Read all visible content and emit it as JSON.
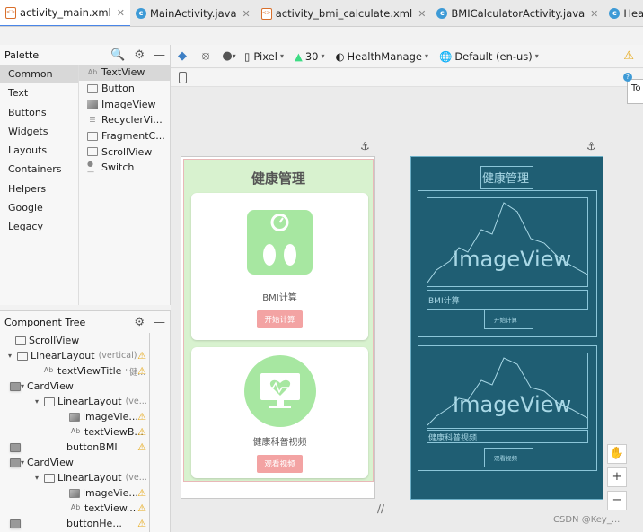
{
  "tabs": [
    {
      "label": "activity_main.xml",
      "type": "xml",
      "active": true
    },
    {
      "label": "MainActivity.java",
      "type": "java",
      "active": false
    },
    {
      "label": "activity_bmi_calculate.xml",
      "type": "xml",
      "active": false
    },
    {
      "label": "BMICalculatorActivity.java",
      "type": "java",
      "active": false
    },
    {
      "label": "HealthVideoActivity",
      "type": "java",
      "active": false
    }
  ],
  "palette": {
    "title": "Palette",
    "categories": [
      "Common",
      "Text",
      "Buttons",
      "Widgets",
      "Layouts",
      "Containers",
      "Helpers",
      "Google",
      "Legacy"
    ],
    "items": [
      {
        "label": "TextView",
        "icon": "Ab"
      },
      {
        "label": "Button",
        "icon": "box"
      },
      {
        "label": "ImageView",
        "icon": "img"
      },
      {
        "label": "RecyclerVi...",
        "icon": "list"
      },
      {
        "label": "FragmentC...",
        "icon": "box"
      },
      {
        "label": "ScrollView",
        "icon": "box"
      },
      {
        "label": "Switch",
        "icon": "toggle"
      }
    ]
  },
  "component_tree": {
    "title": "Component Tree",
    "rows": [
      {
        "label": "ScrollView",
        "hint": "",
        "warn": false,
        "icon": "box",
        "arrow": ""
      },
      {
        "label": "LinearLayout",
        "hint": "(vertical)",
        "warn": true,
        "icon": "box",
        "arrow": "▾"
      },
      {
        "label": "textViewTitle",
        "hint": "\"健...",
        "warn": true,
        "icon": "ab",
        "arrow": ""
      },
      {
        "label": "CardView",
        "hint": "",
        "warn": false,
        "icon": "card",
        "arrow": "▾"
      },
      {
        "label": "LinearLayout",
        "hint": "(ve...",
        "warn": false,
        "icon": "box",
        "arrow": "▾"
      },
      {
        "label": "imageVie...",
        "hint": "",
        "warn": true,
        "icon": "img",
        "arrow": ""
      },
      {
        "label": "textViewB...",
        "hint": "",
        "warn": true,
        "icon": "ab",
        "arrow": ""
      },
      {
        "label": "buttonBMI",
        "hint": "",
        "warn": true,
        "icon": "card",
        "arrow": ""
      },
      {
        "label": "CardView",
        "hint": "",
        "warn": false,
        "icon": "card",
        "arrow": "▾"
      },
      {
        "label": "LinearLayout",
        "hint": "(ve...",
        "warn": false,
        "icon": "box",
        "arrow": "▾"
      },
      {
        "label": "imageVie...",
        "hint": "",
        "warn": true,
        "icon": "img",
        "arrow": ""
      },
      {
        "label": "textView...",
        "hint": "",
        "warn": true,
        "icon": "ab",
        "arrow": ""
      },
      {
        "label": "buttonHe...",
        "hint": "",
        "warn": true,
        "icon": "card",
        "arrow": ""
      }
    ]
  },
  "toolbar": {
    "device": "Pixel",
    "api": "30",
    "theme": "HealthManage",
    "locale": "Default (en-us)"
  },
  "design": {
    "title": "健康管理",
    "card1_caption": "BMI计算",
    "card1_button": "开始计算",
    "card2_caption": "健康科普视频",
    "card2_button": "观看视频"
  },
  "blueprint": {
    "title": "健康管理",
    "imageview_label": "ImageView",
    "card1_caption": "BMI计算",
    "card1_button": "开始计算",
    "card2_caption": "健康科普视频",
    "card2_button": "观看视频"
  },
  "tooltip": "To",
  "watermark": "CSDN @Key_..."
}
